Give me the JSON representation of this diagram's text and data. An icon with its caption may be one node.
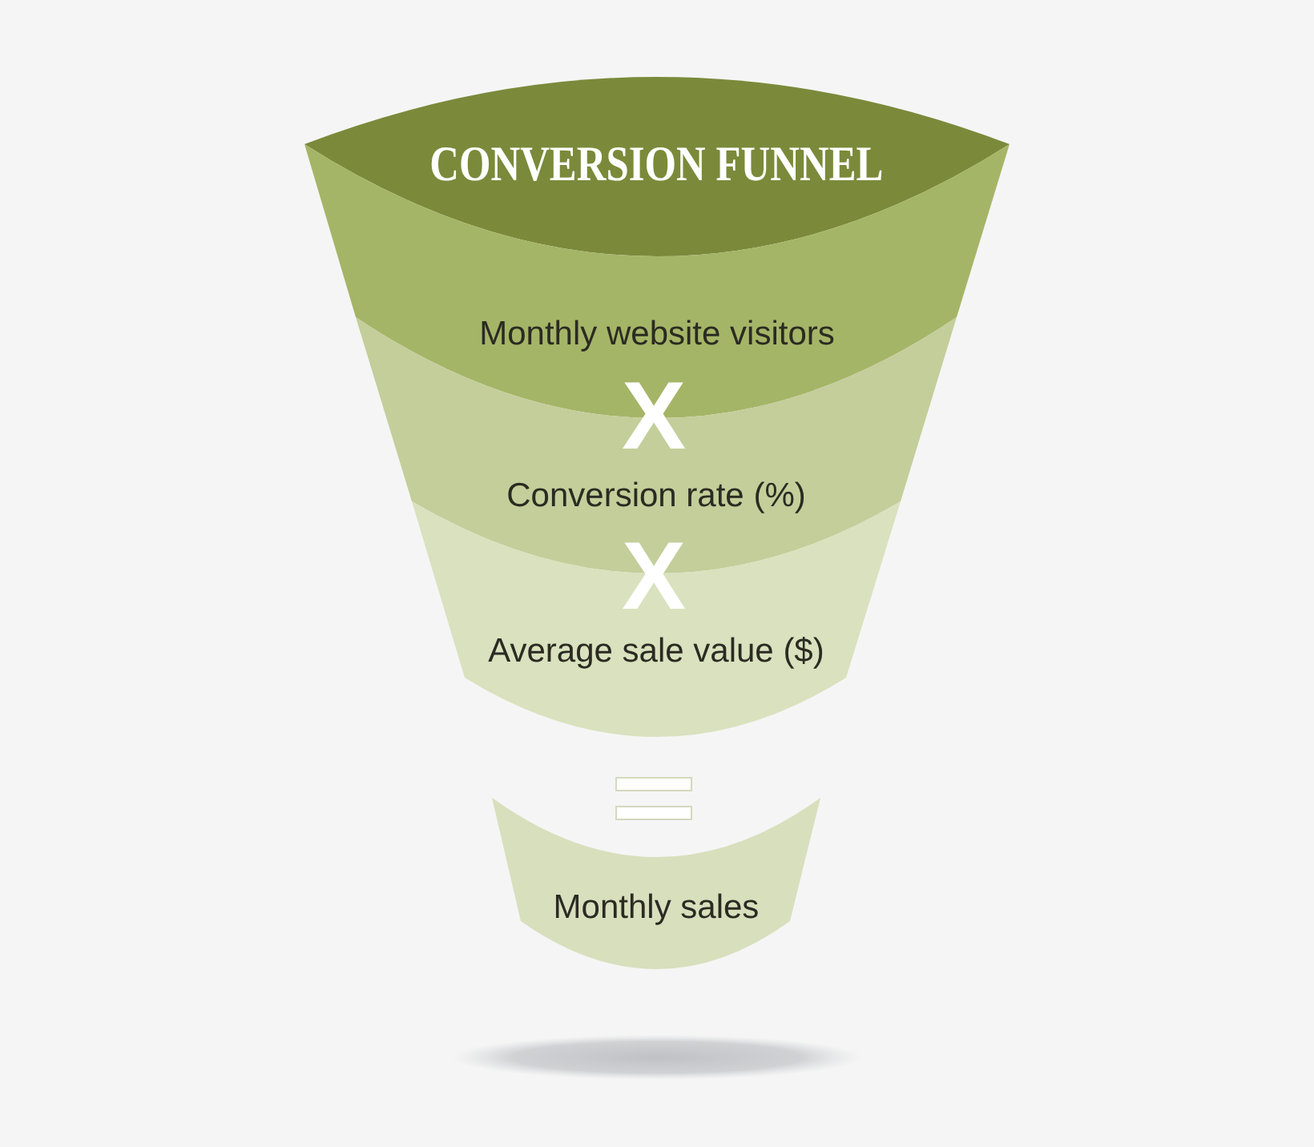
{
  "diagram": {
    "nodes": [
      {
        "text": [
          "CONVERSION FUNNEL"
        ]
      },
      {
        "text": [
          "Monthly website visitors"
        ]
      },
      {
        "text": [
          "Conversion rate (%)"
        ]
      },
      {
        "text": [
          "Average sale value ($)"
        ]
      },
      {
        "text": [
          "Monthly sales"
        ]
      }
    ],
    "labels": [
      "X",
      "X"
    ]
  }
}
